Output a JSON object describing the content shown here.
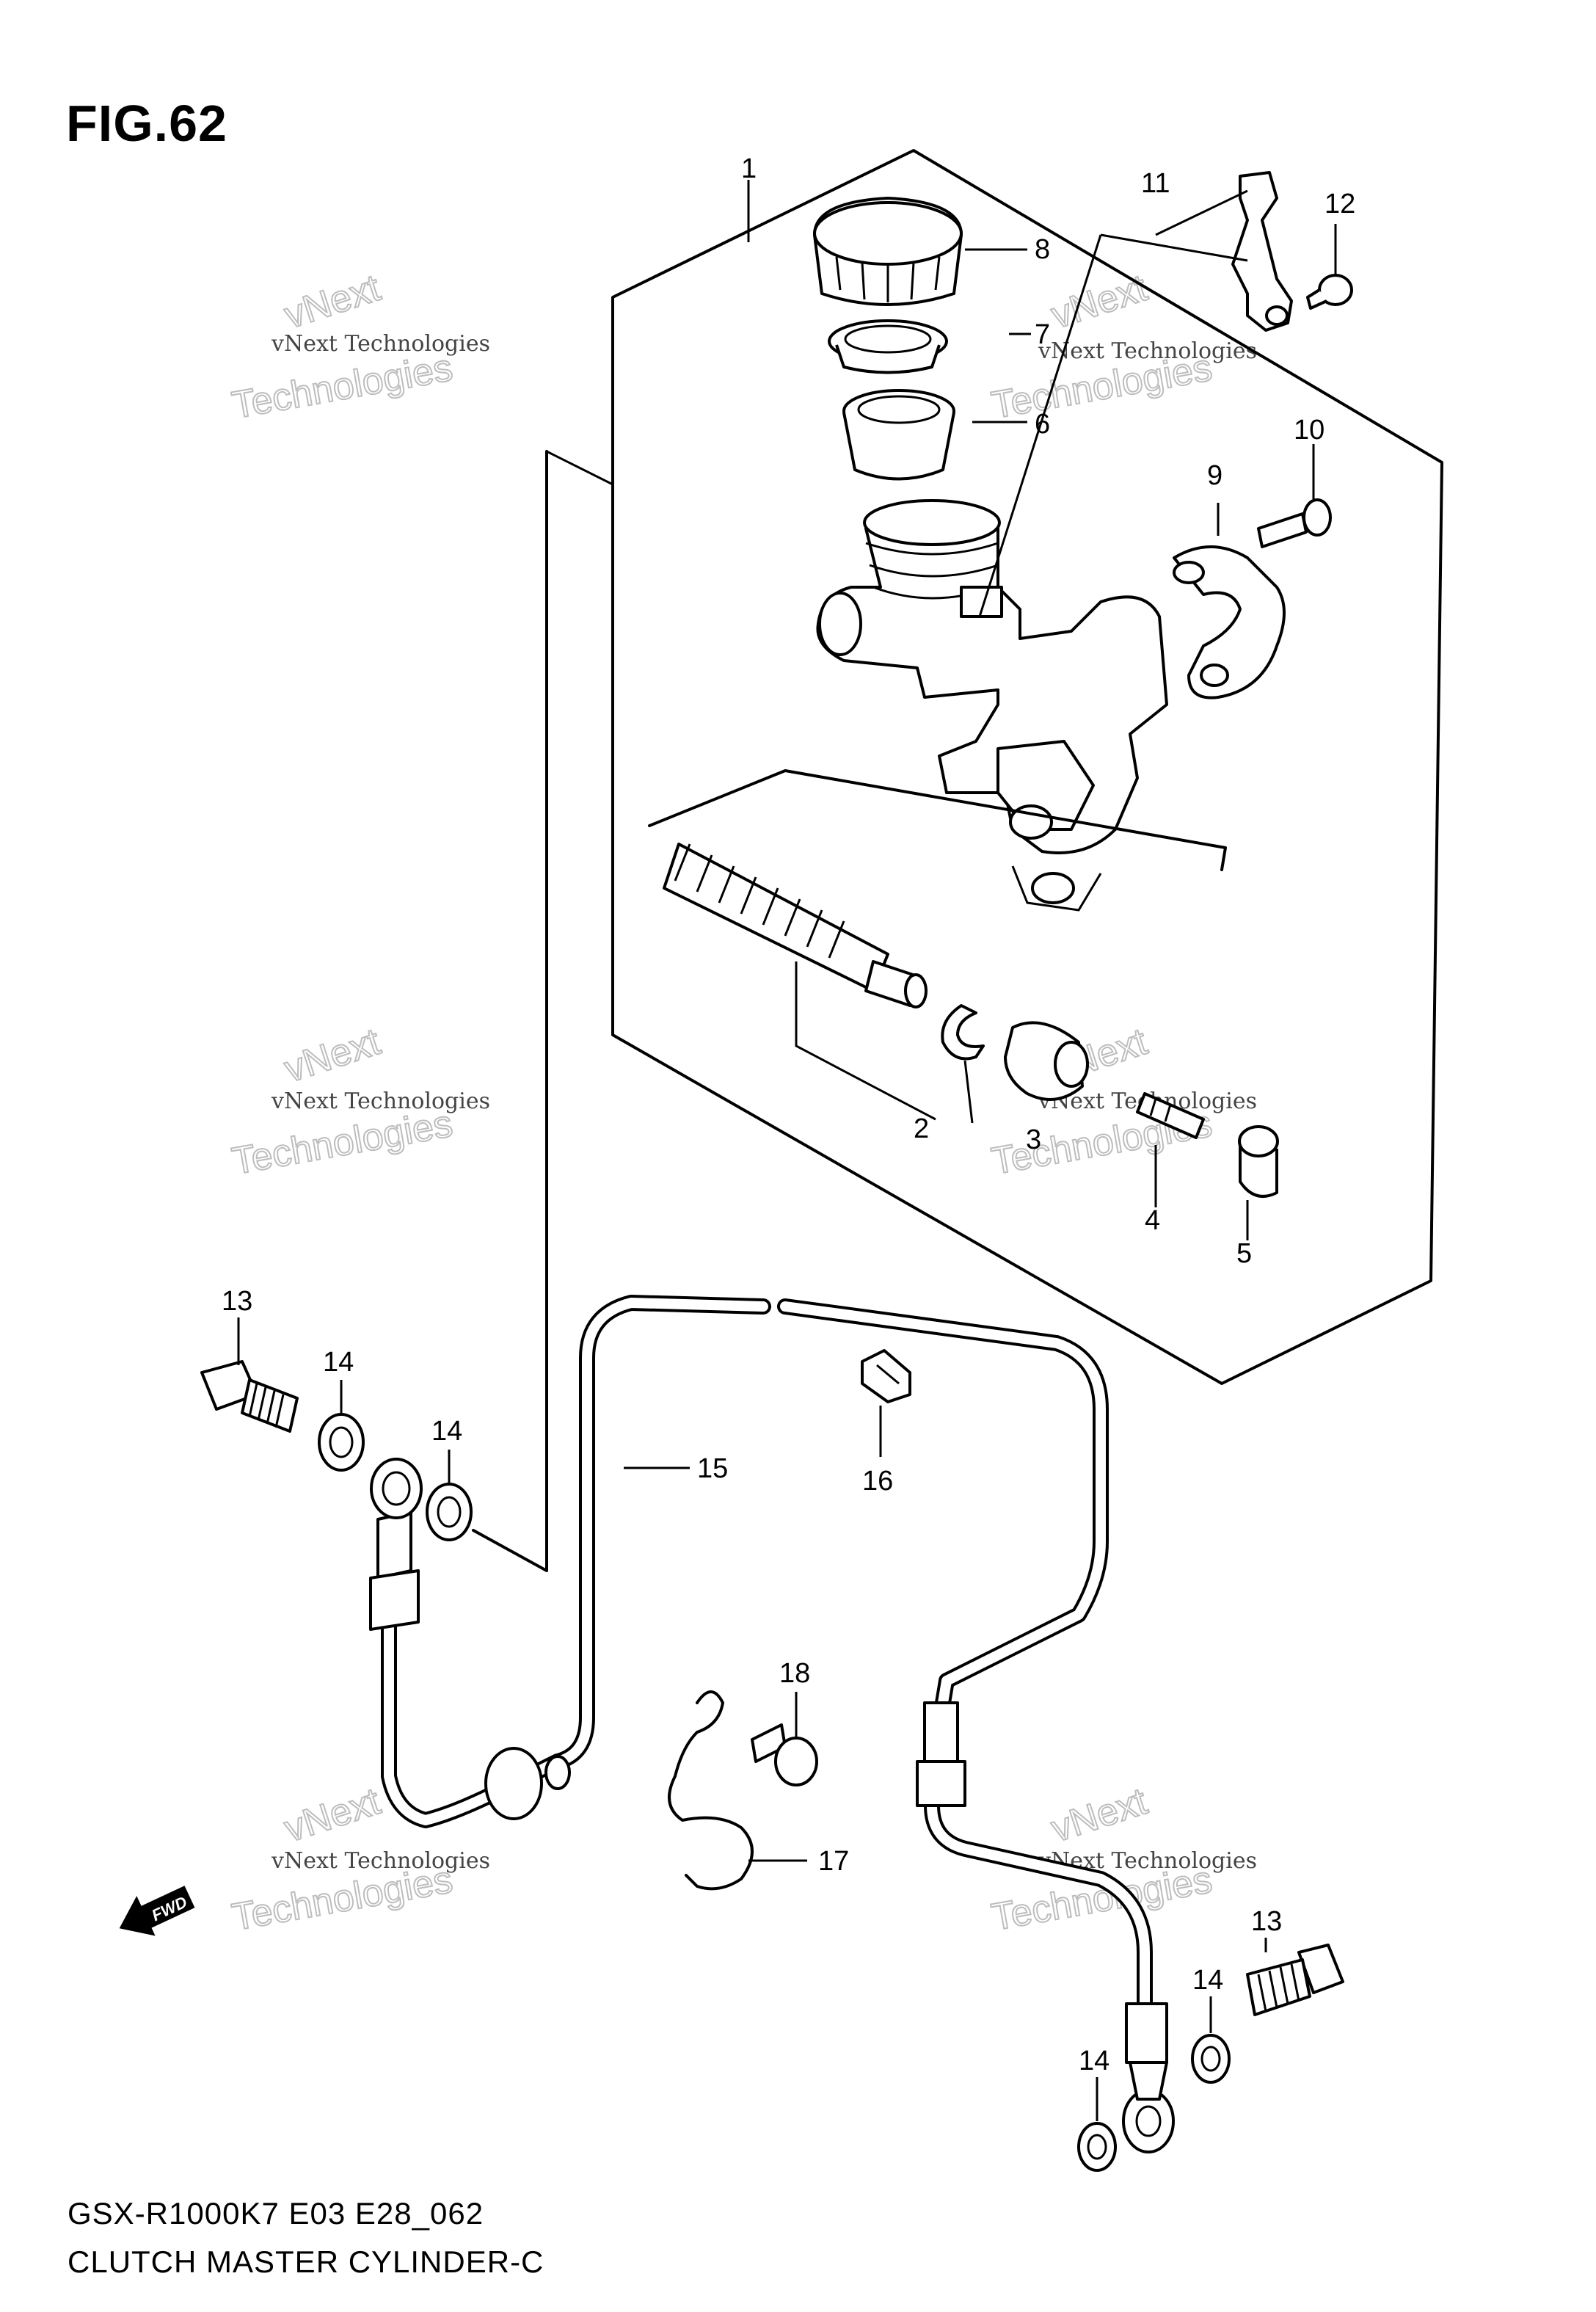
{
  "figure": {
    "title": "FIG.62",
    "model_code": "GSX-R1000K7 E03 E28_062",
    "subtitle": "CLUTCH MASTER CYLINDER-C"
  },
  "callouts": {
    "c1": "1",
    "c2": "2",
    "c3": "3",
    "c4": "4",
    "c5": "5",
    "c6": "6",
    "c7": "7",
    "c8": "8",
    "c9": "9",
    "c10": "10",
    "c11": "11",
    "c12": "12",
    "c13a": "13",
    "c13b": "13",
    "c14a": "14",
    "c14b": "14",
    "c14c": "14",
    "c14d": "14",
    "c15": "15",
    "c16": "16",
    "c17": "17",
    "c18": "18"
  },
  "watermark": {
    "line1": "vNext",
    "line2": "vNext Technologies",
    "line3": "Technologies"
  },
  "fwd_label": "FWD"
}
